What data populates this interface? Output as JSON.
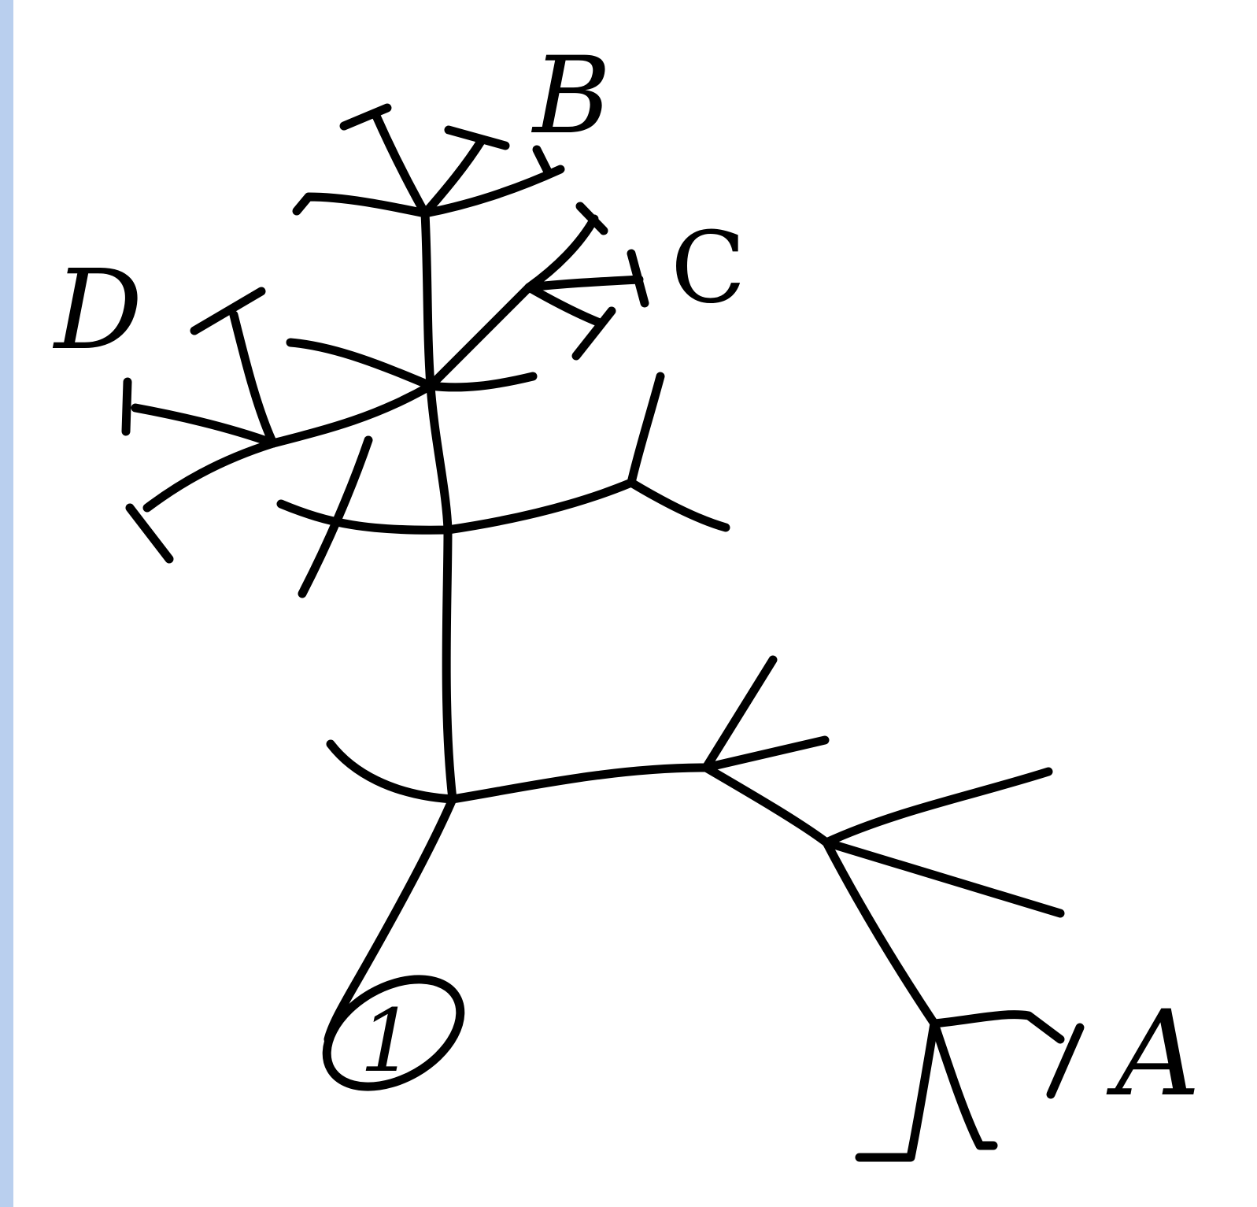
{
  "diagram": {
    "labels": {
      "a": "A",
      "b": "B",
      "c": "C",
      "d": "D",
      "root": "1"
    },
    "colors": {
      "background": "#ffffff",
      "ink": "#000000",
      "left_bar": "#b9cfee"
    }
  }
}
